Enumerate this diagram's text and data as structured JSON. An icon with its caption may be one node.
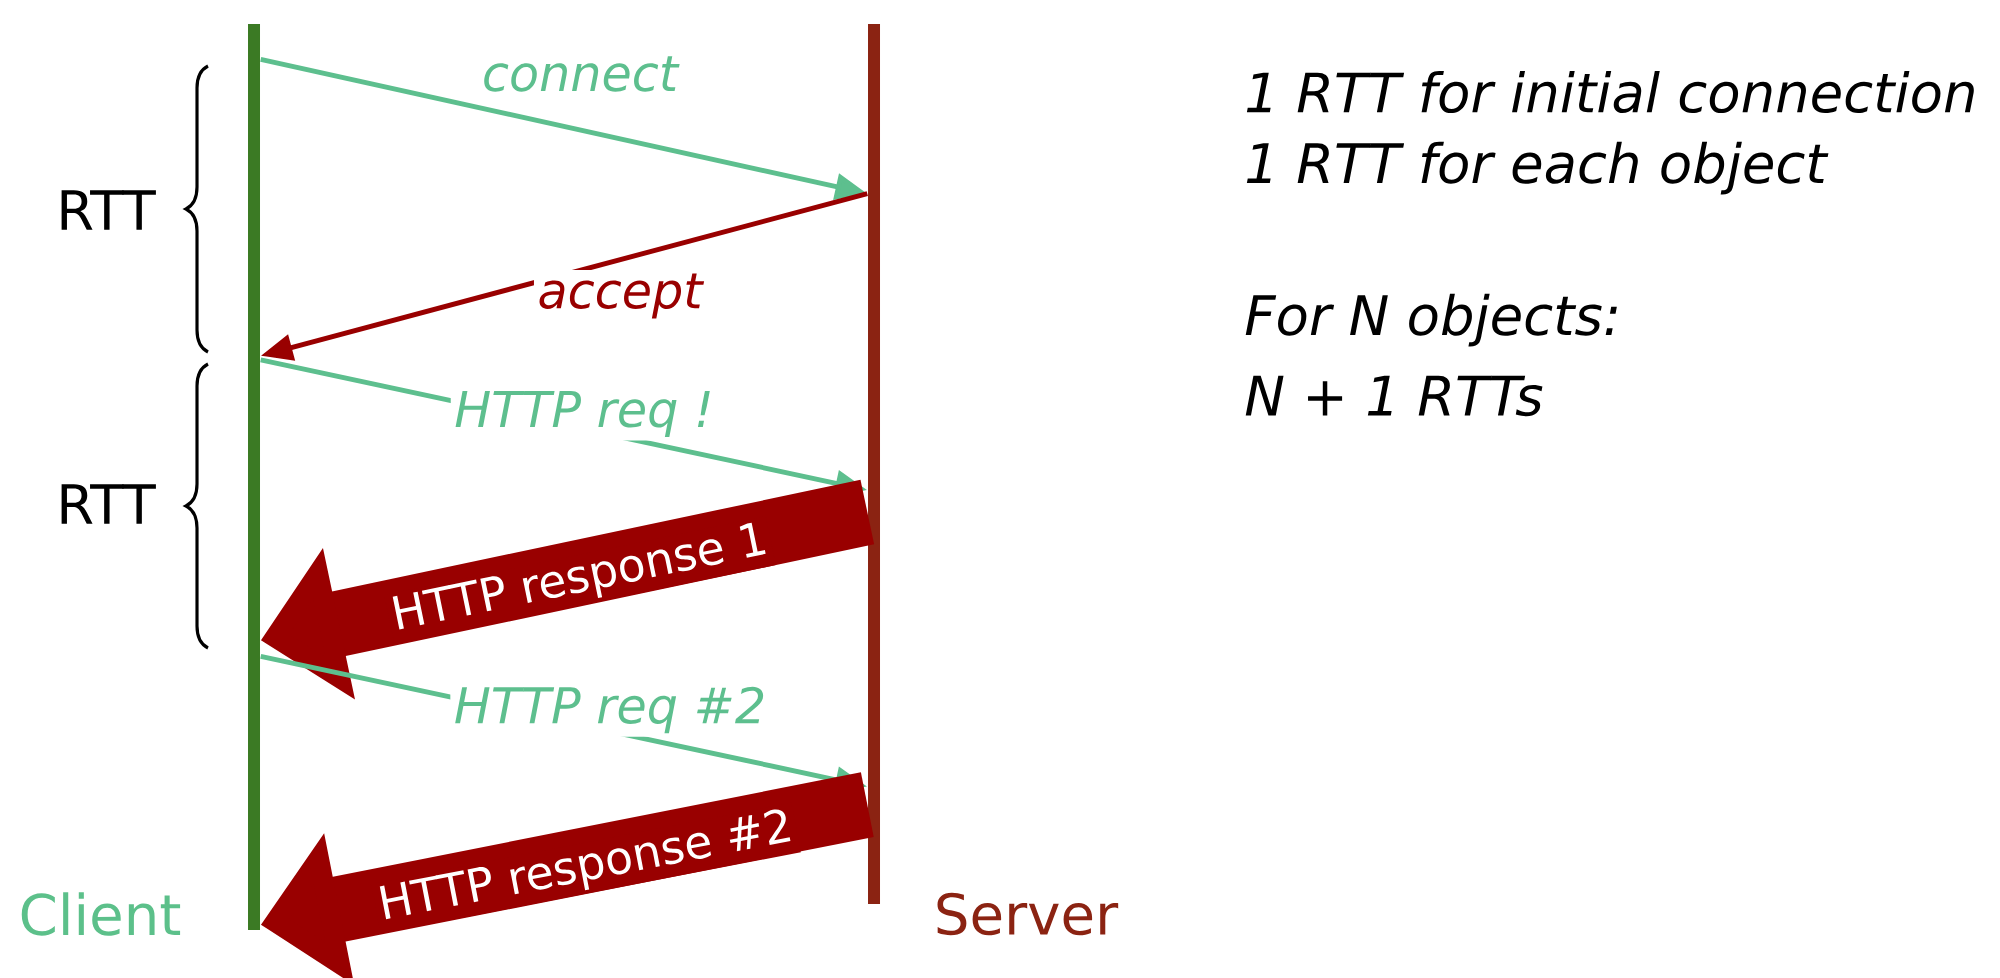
{
  "diagram": {
    "nodes": [
      {
        "text": [
          "Client"
        ]
      },
      {
        "text": [
          "Server"
        ]
      }
    ],
    "edges": [
      {
        "from": 0,
        "to": 1,
        "arrow": "to",
        "label": "connect"
      },
      {
        "from": 1,
        "to": 0,
        "arrow": "to",
        "label": "accept",
        "color": "#990000"
      },
      {
        "from": 0,
        "to": 1,
        "arrow": "to",
        "label": "HTTP req !"
      },
      {
        "from": 1,
        "to": 0,
        "arrow": "to",
        "label": "HTTP response 1",
        "style": "thick",
        "color": "#990000"
      },
      {
        "from": 0,
        "to": 1,
        "arrow": "to",
        "label": "HTTP req #2"
      },
      {
        "from": 1,
        "to": 0,
        "arrow": "to",
        "label": "HTTP response #2",
        "style": "thick",
        "color": "#990000"
      }
    ],
    "labels": [
      "1 RTT for initial connection",
      "1 RTT for each object",
      "RTT",
      "For N objects:",
      "N + 1 RTTs",
      "RTT"
    ]
  }
}
